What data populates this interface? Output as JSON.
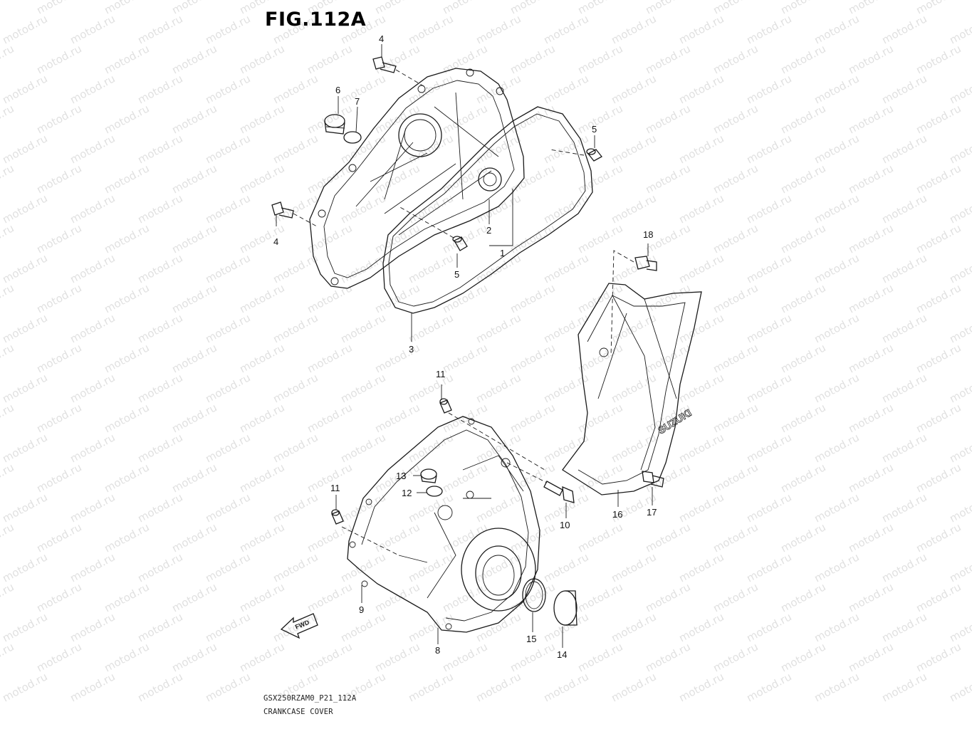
{
  "figure": {
    "title": "FIG.112A",
    "caption_code": "GSX250RZAM0_P21_112A",
    "caption_name": "CRANKCASE COVER",
    "fwd_label": "FWD",
    "brand_mark": "SUZUKI",
    "watermark": "motod.ru"
  },
  "callouts": [
    {
      "id": "c1",
      "text": "1"
    },
    {
      "id": "c2",
      "text": "2"
    },
    {
      "id": "c3",
      "text": "3"
    },
    {
      "id": "c4a",
      "text": "4"
    },
    {
      "id": "c4b",
      "text": "4"
    },
    {
      "id": "c5a",
      "text": "5"
    },
    {
      "id": "c5b",
      "text": "5"
    },
    {
      "id": "c6",
      "text": "6"
    },
    {
      "id": "c7",
      "text": "7"
    },
    {
      "id": "c8",
      "text": "8"
    },
    {
      "id": "c9",
      "text": "9"
    },
    {
      "id": "c10",
      "text": "10"
    },
    {
      "id": "c11a",
      "text": "11"
    },
    {
      "id": "c11b",
      "text": "11"
    },
    {
      "id": "c12",
      "text": "12"
    },
    {
      "id": "c13",
      "text": "13"
    },
    {
      "id": "c14",
      "text": "14"
    },
    {
      "id": "c15",
      "text": "15"
    },
    {
      "id": "c16",
      "text": "16"
    },
    {
      "id": "c17",
      "text": "17"
    },
    {
      "id": "c18",
      "text": "18"
    }
  ]
}
